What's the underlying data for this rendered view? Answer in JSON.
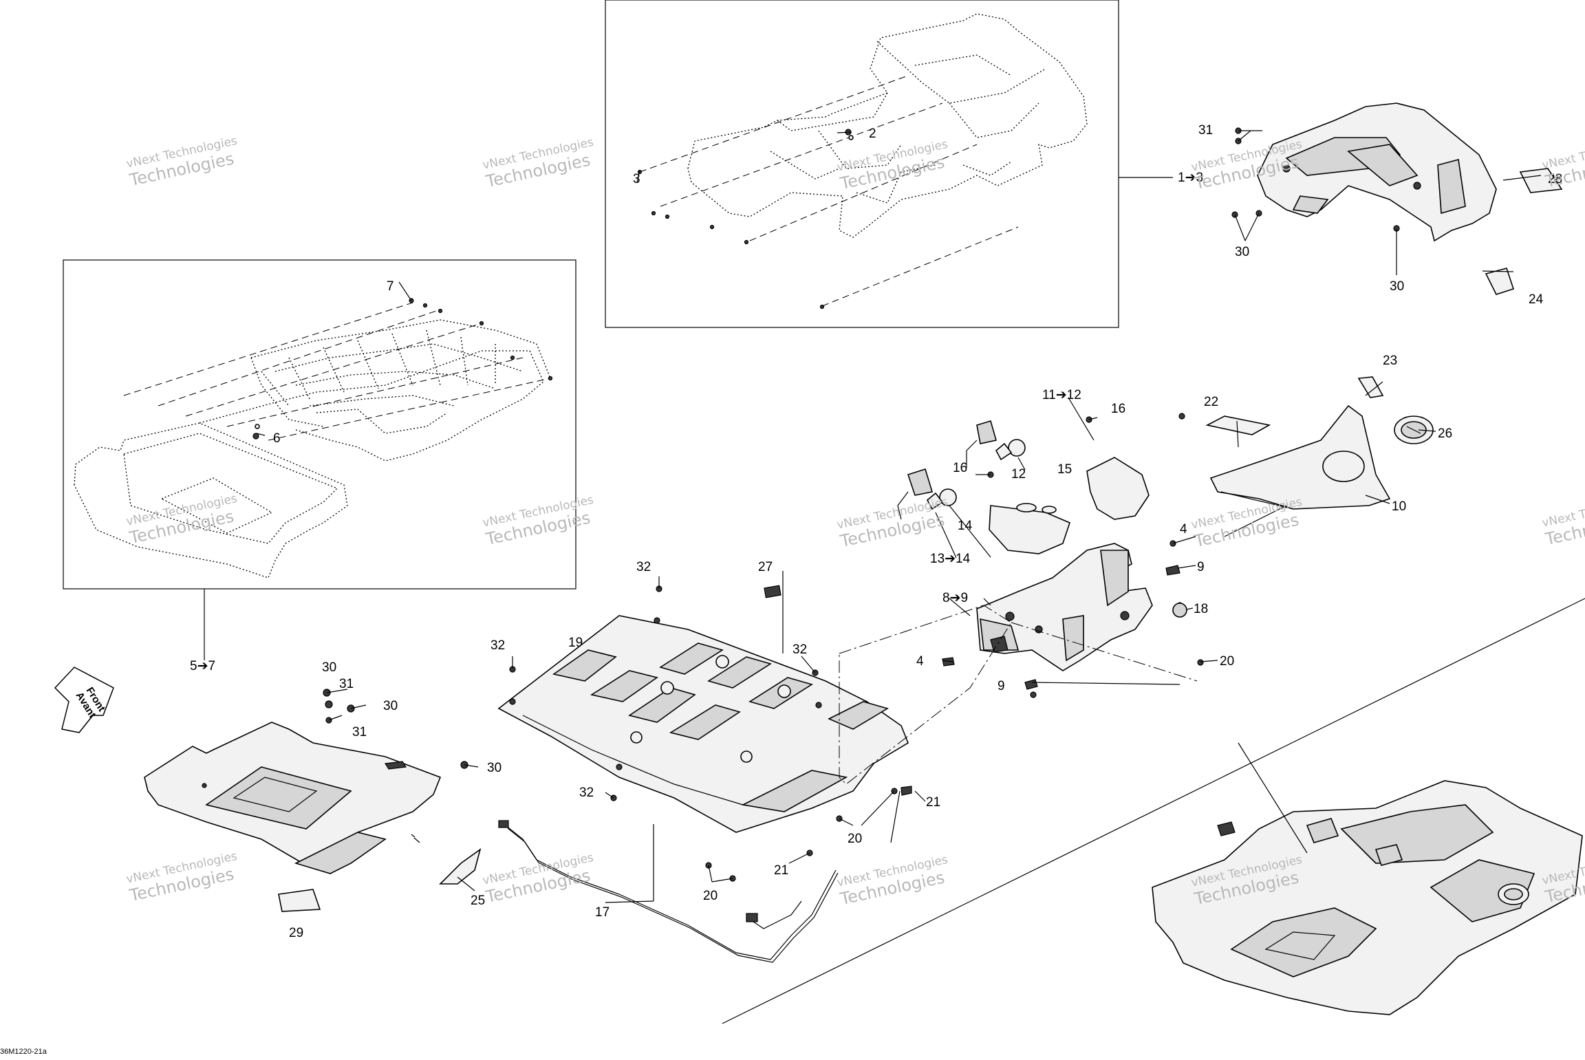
{
  "diagram": {
    "code": "36M1220-21a",
    "front_arrow": {
      "line1": "Front",
      "line2": "Avant"
    },
    "watermark": {
      "line1": "vNext Technologies",
      "line2": "Technologies"
    },
    "callouts": {
      "c1_3": "1➔3",
      "c2": "2",
      "c3": "3",
      "c4a": "4",
      "c4b": "4",
      "c5_7": "5➔7",
      "c6": "6",
      "c7": "7",
      "c8_9": "8➔9",
      "c9a": "9",
      "c9b": "9",
      "c10": "10",
      "c11_12": "11➔12",
      "c12": "12",
      "c13_14": "13➔14",
      "c14": "14",
      "c15": "15",
      "c16a": "16",
      "c16b": "16",
      "c17": "17",
      "c18": "18",
      "c19": "19",
      "c20a": "20",
      "c20b": "20",
      "c20c": "20",
      "c21a": "21",
      "c21b": "21",
      "c22": "22",
      "c23": "23",
      "c24": "24",
      "c25": "25",
      "c26": "26",
      "c27": "27",
      "c28": "28",
      "c29": "29",
      "c30a": "30",
      "c30b": "30",
      "c30c": "30",
      "c30d": "30",
      "c30e": "30",
      "c31a": "31",
      "c31b": "31",
      "c31c": "31",
      "c32a": "32",
      "c32b": "32",
      "c32c": "32",
      "c32d": "32"
    }
  }
}
